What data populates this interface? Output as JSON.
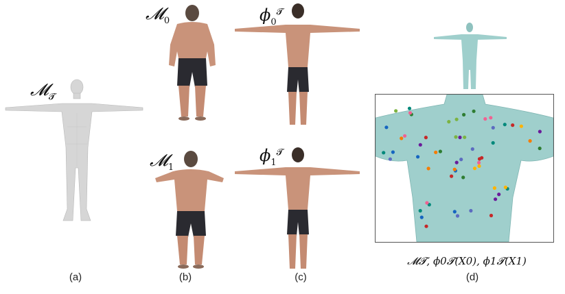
{
  "panels": {
    "a": {
      "caption": "(a)",
      "label": "𝓜𝓣",
      "label_base": "𝓜",
      "label_sub": "𝓣"
    },
    "b": {
      "caption": "(b)",
      "top_label_base": "𝓜",
      "top_label_sub": "0",
      "bottom_label_base": "𝓜",
      "bottom_label_sub": "1"
    },
    "c": {
      "caption": "(c)",
      "top_label_base": "ϕ",
      "top_label_sub": "0",
      "top_label_sup": "𝓣",
      "bottom_label_base": "ϕ",
      "bottom_label_sub": "1",
      "bottom_label_sup": "𝓣"
    },
    "d": {
      "caption": "(d)",
      "formula": "𝓜𝓣, ϕ0𝓣(X0), ϕ1𝓣(X1)"
    }
  },
  "colors": {
    "template_mesh": "#d6d6d6",
    "skin": "#c9937a",
    "shorts": "#2a2a30",
    "teal_mesh": "#9fcfcc",
    "frame": "#555555"
  },
  "marker_colors": [
    "#2e7d32",
    "#f57c00",
    "#1565c0",
    "#6a1b9a",
    "#c62828",
    "#00897b",
    "#f06292",
    "#7cb342",
    "#5c6bc0",
    "#ffb300"
  ]
}
